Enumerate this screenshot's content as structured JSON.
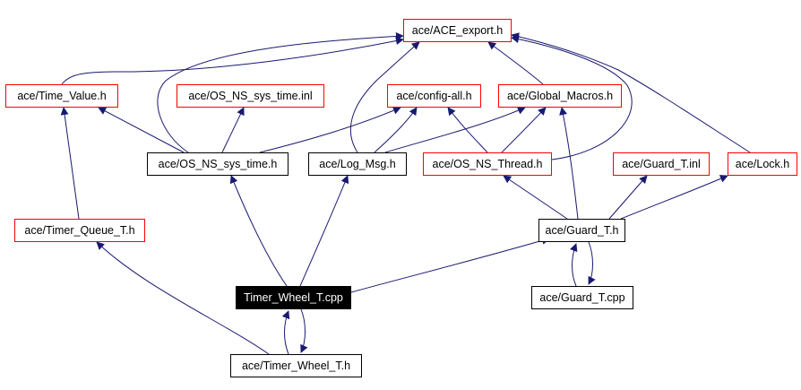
{
  "colors": {
    "edge": "#191970",
    "node_border": "#000000",
    "external_border": "#ff0000",
    "current_fill": "#000000",
    "current_text": "#ffffff"
  },
  "nodes": {
    "ace_export": {
      "label": "ace/ACE_export.h",
      "style": "external"
    },
    "time_value": {
      "label": "ace/Time_Value.h",
      "style": "external"
    },
    "os_ns_sys_time_inl": {
      "label": "ace/OS_NS_sys_time.inl",
      "style": "external"
    },
    "config_all": {
      "label": "ace/config-all.h",
      "style": "external"
    },
    "global_macros": {
      "label": "ace/Global_Macros.h",
      "style": "external"
    },
    "os_ns_sys_time_h": {
      "label": "ace/OS_NS_sys_time.h",
      "style": "normal"
    },
    "log_msg": {
      "label": "ace/Log_Msg.h",
      "style": "normal"
    },
    "os_ns_thread": {
      "label": "ace/OS_NS_Thread.h",
      "style": "external"
    },
    "guard_t_inl": {
      "label": "ace/Guard_T.inl",
      "style": "external"
    },
    "lock": {
      "label": "ace/Lock.h",
      "style": "external"
    },
    "timer_queue_t": {
      "label": "ace/Timer_Queue_T.h",
      "style": "external"
    },
    "guard_t_h": {
      "label": "ace/Guard_T.h",
      "style": "normal"
    },
    "timer_wheel_cpp": {
      "label": "Timer_Wheel_T.cpp",
      "style": "current"
    },
    "guard_t_cpp": {
      "label": "ace/Guard_T.cpp",
      "style": "normal"
    },
    "timer_wheel_h": {
      "label": "ace/Timer_Wheel_T.h",
      "style": "normal"
    }
  },
  "edges": [
    {
      "from": "time_value",
      "to": "ace_export"
    },
    {
      "from": "os_ns_sys_time_h",
      "to": "ace_export"
    },
    {
      "from": "log_msg",
      "to": "ace_export"
    },
    {
      "from": "global_macros",
      "to": "ace_export"
    },
    {
      "from": "os_ns_thread",
      "to": "ace_export"
    },
    {
      "from": "lock",
      "to": "ace_export"
    },
    {
      "from": "os_ns_sys_time_h",
      "to": "time_value"
    },
    {
      "from": "os_ns_sys_time_h",
      "to": "os_ns_sys_time_inl"
    },
    {
      "from": "os_ns_sys_time_h",
      "to": "config_all"
    },
    {
      "from": "log_msg",
      "to": "config_all"
    },
    {
      "from": "log_msg",
      "to": "global_macros"
    },
    {
      "from": "os_ns_thread",
      "to": "config_all"
    },
    {
      "from": "os_ns_thread",
      "to": "global_macros"
    },
    {
      "from": "timer_queue_t",
      "to": "time_value"
    },
    {
      "from": "timer_wheel_cpp",
      "to": "os_ns_sys_time_h"
    },
    {
      "from": "timer_wheel_cpp",
      "to": "log_msg"
    },
    {
      "from": "timer_wheel_cpp",
      "to": "guard_t_h"
    },
    {
      "from": "timer_wheel_cpp",
      "to": "timer_wheel_h"
    },
    {
      "from": "timer_wheel_h",
      "to": "timer_queue_t"
    },
    {
      "from": "timer_wheel_h",
      "to": "timer_wheel_cpp"
    },
    {
      "from": "guard_t_h",
      "to": "os_ns_thread"
    },
    {
      "from": "guard_t_h",
      "to": "global_macros"
    },
    {
      "from": "guard_t_h",
      "to": "guard_t_inl"
    },
    {
      "from": "guard_t_h",
      "to": "lock"
    },
    {
      "from": "guard_t_h",
      "to": "guard_t_cpp"
    },
    {
      "from": "guard_t_cpp",
      "to": "guard_t_h"
    }
  ]
}
